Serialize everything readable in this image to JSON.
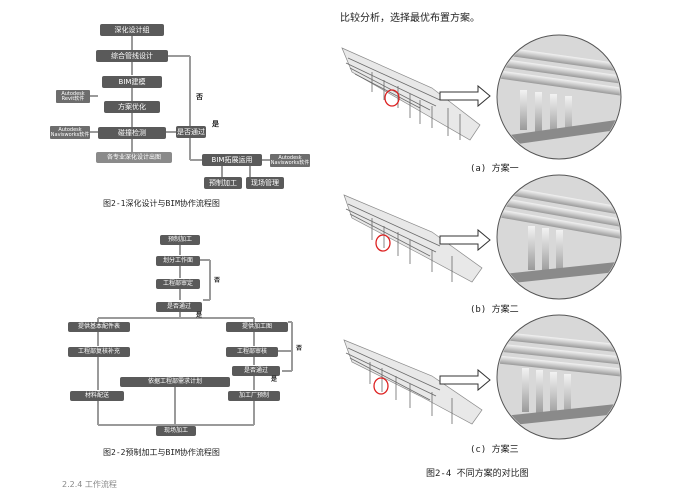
{
  "fig1": {
    "boxes": [
      "深化设计组",
      "综合管线设计",
      "BIM建模",
      "方案优化",
      "碰撞检测",
      "各专业深化设计出图",
      "是否通过",
      "BIM拓展运用",
      "预制加工",
      "现场管理"
    ],
    "tools": [
      "Autodesk Revit软件",
      "Autodesk Navisworks软件",
      "Autodesk Navisworks软件"
    ],
    "no_label": "否",
    "yes_label": "是",
    "caption": "图2-1深化设计与BIM协作流程图"
  },
  "fig2": {
    "boxes": [
      "预制加工",
      "划分工作面",
      "工程部审定",
      "是否通过",
      "提供基本配件表",
      "提供加工图",
      "工程部复核补充",
      "工程部审核",
      "是否通过",
      "依据工程部需求计划",
      "材料配送",
      "加工厂预制",
      "现场加工"
    ],
    "yes_labels": [
      "是",
      "是"
    ],
    "no_labels": [
      "否",
      "否"
    ],
    "caption": "图2-2预制加工与BIM协作流程图"
  },
  "right": {
    "intro": "比较分析，选择最优布置方案。",
    "captions": [
      "(a) 方案一",
      "(b) 方案二",
      "(c) 方案三"
    ],
    "figure_caption": "图2-4 不同方案的对比图"
  },
  "footer_partial": "2.2.4 工作流程"
}
